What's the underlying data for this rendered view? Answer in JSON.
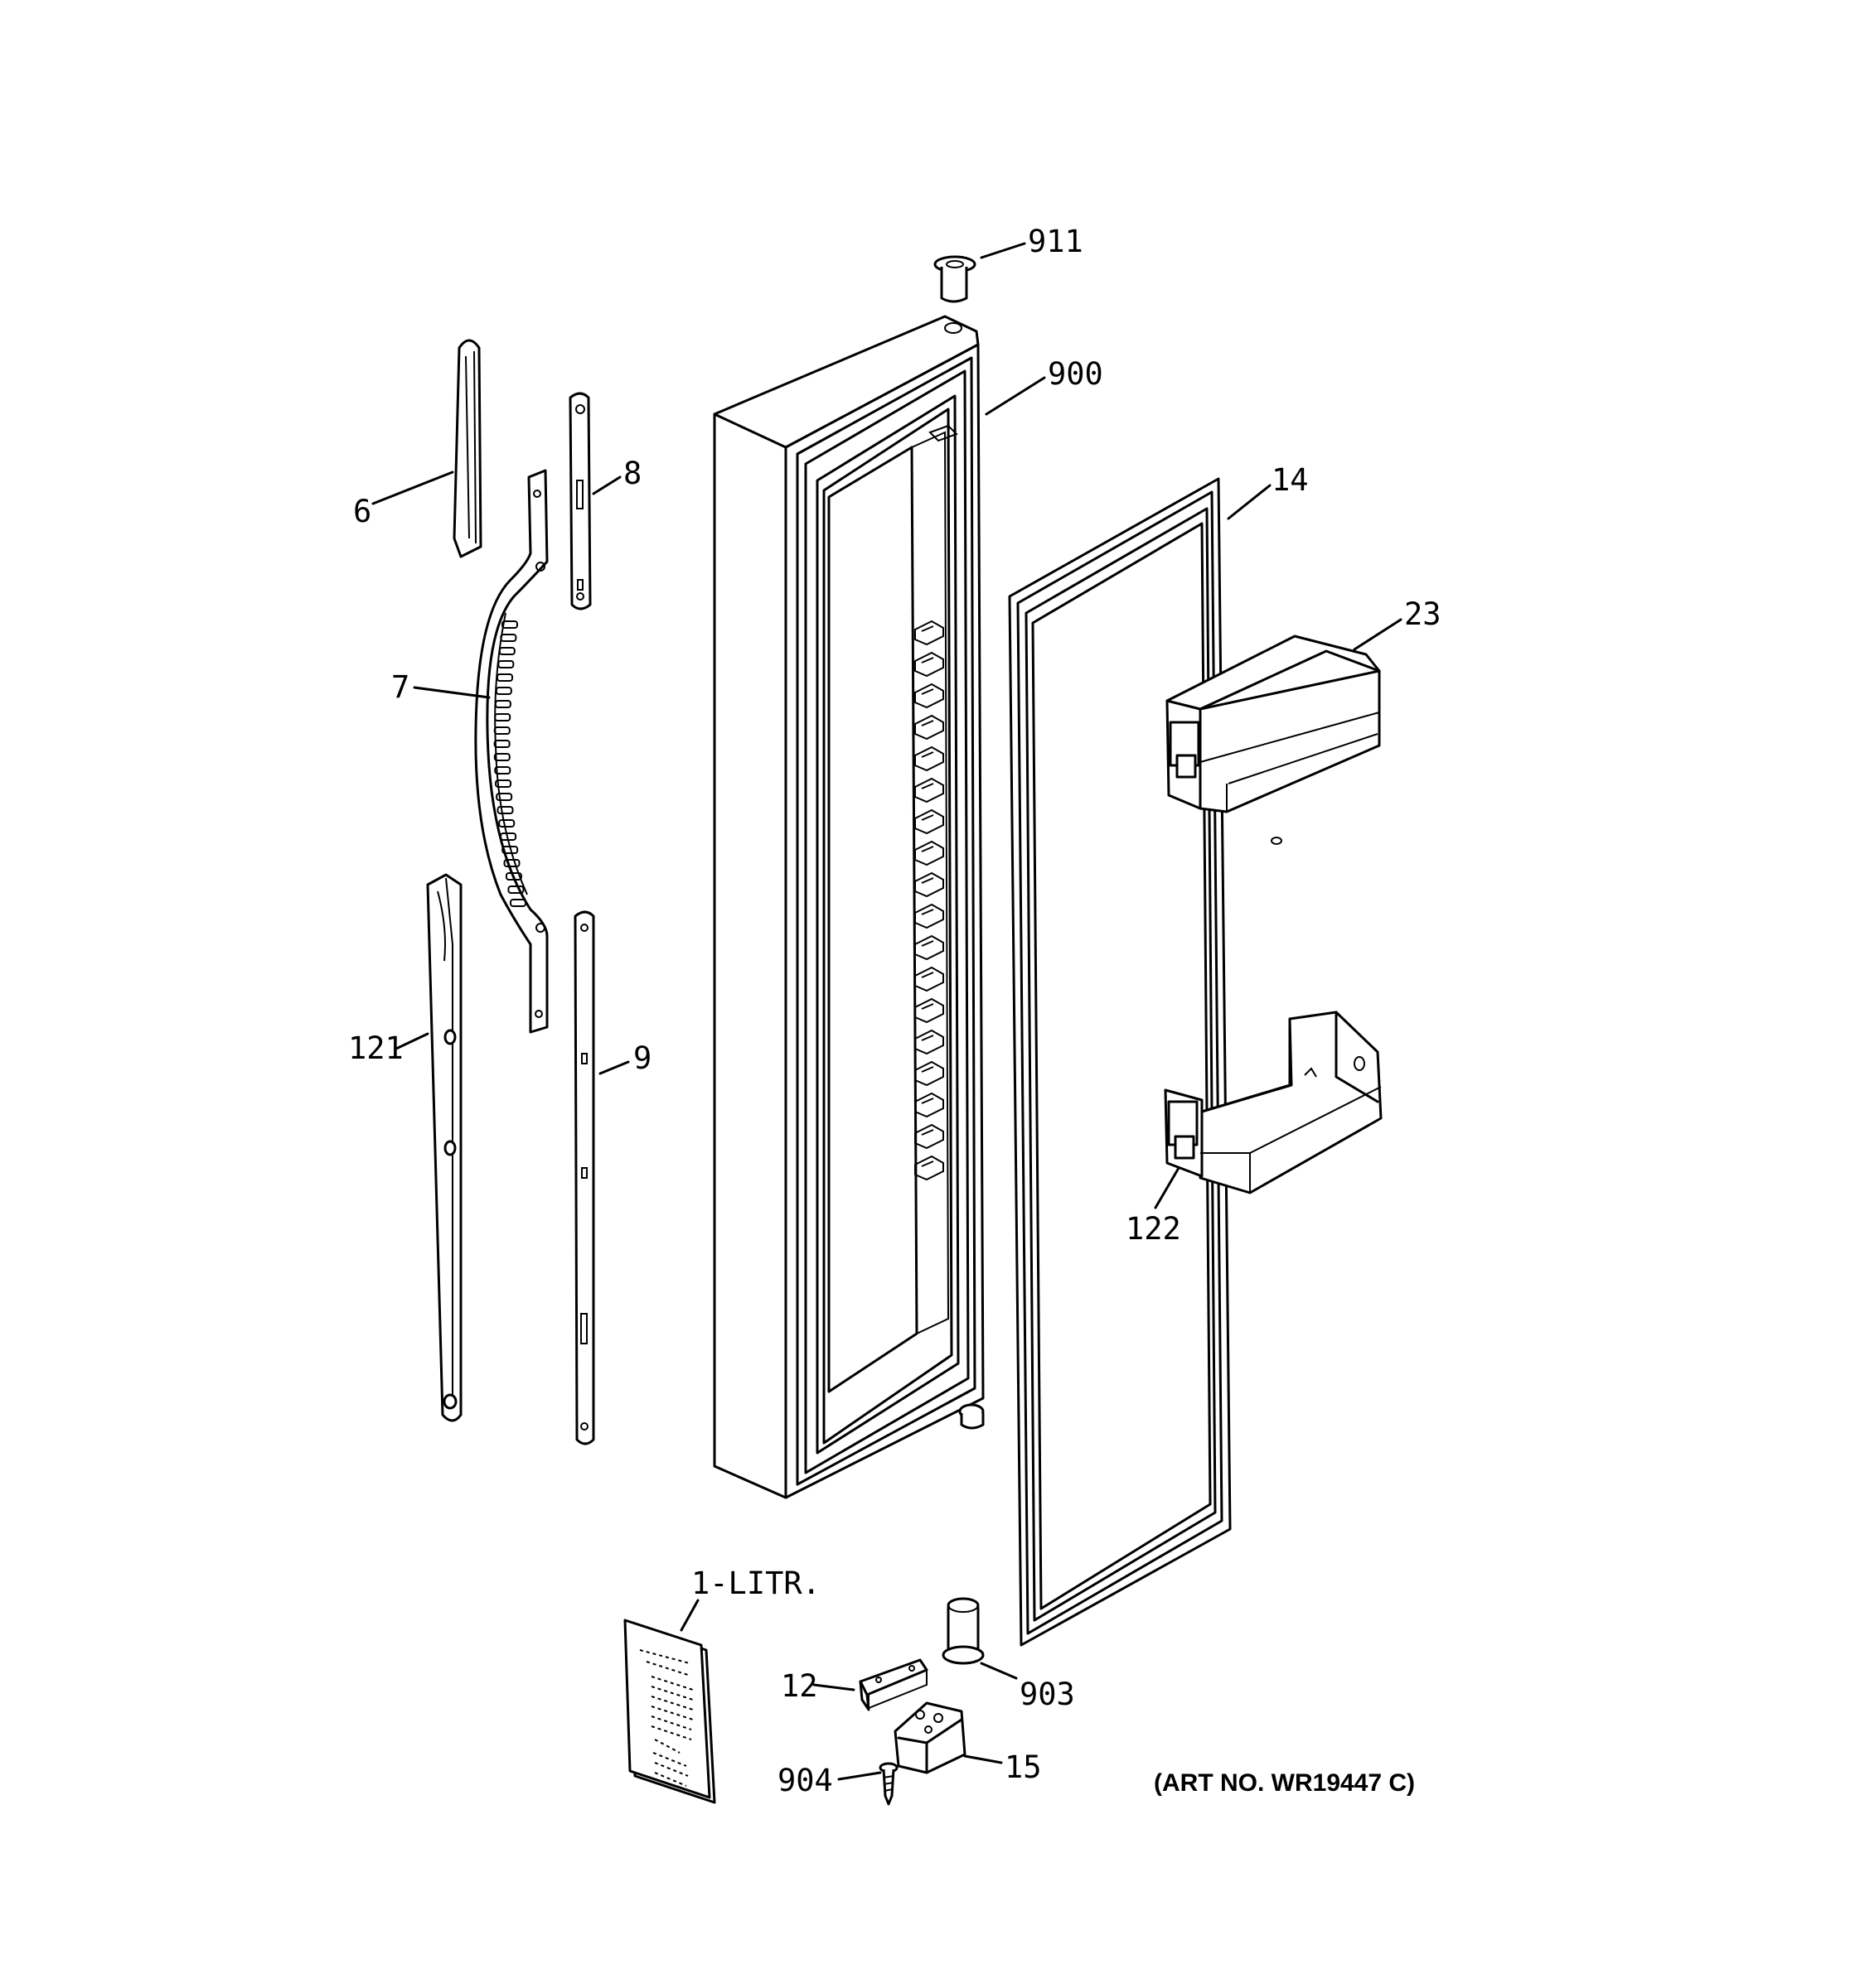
{
  "labels": {
    "p911": "911",
    "p900": "900",
    "p14": "14",
    "p23": "23",
    "p6": "6",
    "p8": "8",
    "p7": "7",
    "p121": "121",
    "p9": "9",
    "p122": "122",
    "p1litr": "1-LITR.",
    "p12": "12",
    "p903": "903",
    "p904": "904",
    "p15": "15"
  },
  "art_number": "(ART NO. WR19447 C)"
}
